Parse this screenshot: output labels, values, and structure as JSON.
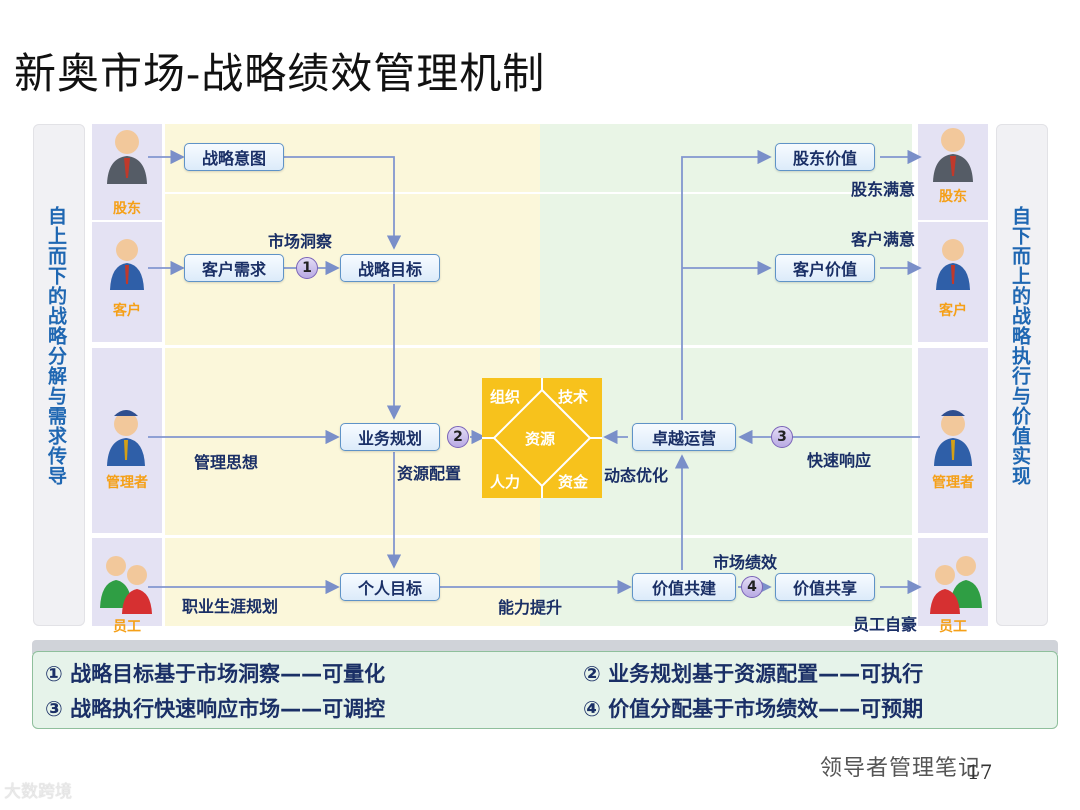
{
  "title": "新奥市场-战略绩效管理机制",
  "left_side_text": "自上而下的战略分解与需求传导",
  "right_side_text": "自下而上的战略执行与价值实现",
  "roles": {
    "shareholder": "股东",
    "customer": "客户",
    "manager": "管理者",
    "employee": "员工"
  },
  "boxes": {
    "strategic_intent": "战略意图",
    "customer_demand": "客户需求",
    "strategic_goal": "战略目标",
    "business_plan": "业务规划",
    "personal_goal": "个人目标",
    "shareholder_value": "股东价值",
    "customer_value": "客户价值",
    "excellent_operation": "卓越运营",
    "value_co_build": "价值共建",
    "value_share": "价值共享"
  },
  "labels": {
    "market_insight": "市场洞察",
    "management_thought": "管理思想",
    "resource_config": "资源配置",
    "career_plan": "职业生涯规划",
    "capability_up": "能力提升",
    "dynamic_opt": "动态优化",
    "fast_response": "快速响应",
    "market_perf": "市场绩效",
    "shareholder_sat": "股东满意",
    "customer_sat": "客户满意",
    "employee_pride": "员工自豪"
  },
  "numbers": {
    "n1": "1",
    "n2": "2",
    "n3": "3",
    "n4": "4"
  },
  "core": {
    "top_left": "组织",
    "top_right": "技术",
    "center": "资源",
    "bottom_left": "人力",
    "bottom_right": "资金"
  },
  "legend": {
    "item1": "① 战略目标基于市场洞察——可量化",
    "item2": "② 业务规划基于资源配置——可执行",
    "item3": "③ 战略执行快速响应市场——可调控",
    "item4": "④ 价值分配基于市场绩效——可预期"
  },
  "footer": {
    "left": "大数跨境",
    "right": "领导者管理笔记",
    "page": "17"
  },
  "colors": {
    "box_border": "#5f93c7",
    "text_dark": "#1a2f66",
    "role_orange": "#f5a018",
    "side_blue": "#1f67b2",
    "core_yellow": "#f7c21c",
    "yellow_band": "#fbf6d6",
    "green_band": "#e8f4e8",
    "purple_cell": "#e4e2f3"
  }
}
